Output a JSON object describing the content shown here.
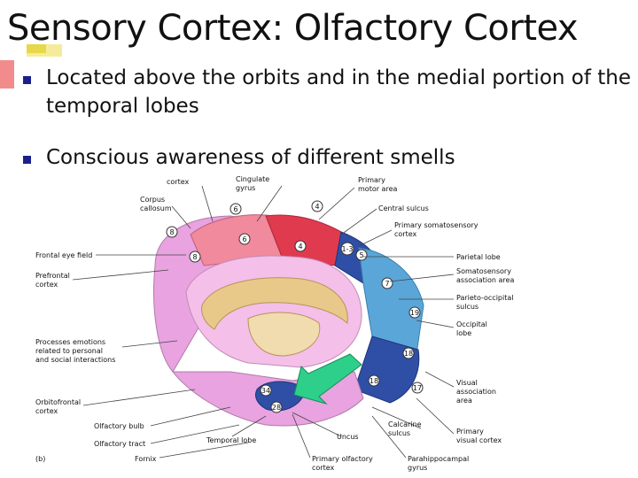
{
  "slide": {
    "title": "Sensory Cortex: Olfactory Cortex",
    "bullets": [
      "Located above the orbits and in the medial portion of the temporal lobes",
      "Conscious awareness of different smells"
    ]
  },
  "diagram": {
    "panel_label": "(b)",
    "labels": {
      "cortex": "cortex",
      "cingulate": "Cingulate",
      "gyrus": "gyrus",
      "primary_motor": "Primary",
      "motor_area": "motor area",
      "corpus": "Corpus",
      "callosum": "callosum",
      "central_sulcus": "Central sulcus",
      "primary_somato": "Primary somatosensory",
      "somato_cortex": "cortex",
      "frontal_eye": "Frontal eye field",
      "parietal_lobe": "Parietal lobe",
      "prefrontal": "Prefrontal",
      "prefrontal_cortex": "cortex",
      "somato_assoc": "Somatosensory",
      "somato_assoc2": "association area",
      "parieto_occ": "Parieto-occipital",
      "parieto_occ2": "sulcus",
      "occipital": "Occipital",
      "occipital2": "lobe",
      "processes1": "Processes emotions",
      "processes2": "related to personal",
      "processes3": "and social interactions",
      "orbitofrontal": "Orbitofrontal",
      "orbitofrontal2": "cortex",
      "visual_assoc1": "Visual",
      "visual_assoc2": "association",
      "visual_assoc3": "area",
      "olfactory_bulb": "Olfactory bulb",
      "olfactory_tract": "Olfactory tract",
      "calcarine1": "Calcarine",
      "calcarine2": "sulcus",
      "primary_visual1": "Primary",
      "primary_visual2": "visual cortex",
      "temporal_lobe": "Temporal lobe",
      "uncus": "Uncus",
      "fornix": "Fornix",
      "primary_olf1": "Primary olfactory",
      "primary_olf2": "cortex",
      "parahippo1": "Parahippocampal",
      "parahippo2": "gyrus"
    },
    "area_numbers": [
      "6",
      "4",
      "8",
      "6",
      "4",
      "1-3",
      "5",
      "8",
      "7",
      "19",
      "18",
      "18",
      "17",
      "34",
      "28"
    ]
  },
  "colors": {
    "bullet": "#1b1f8c",
    "motor_red": "#e03a4e",
    "premotor_pink": "#f08a9c",
    "frontal_pink": "#e9a3e0",
    "parietal_blue": "#5aa6d8",
    "occipital_blue": "#2f4fa6",
    "arrow_green": "#2ecf8a",
    "corpus_tan": "#e9c98a"
  }
}
